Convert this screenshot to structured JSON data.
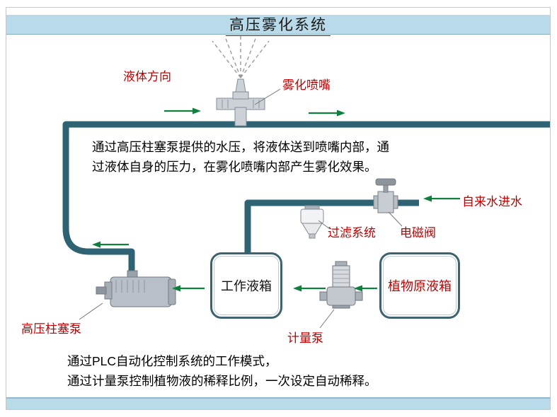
{
  "title": "高压雾化系统",
  "colors": {
    "pipe": "#2e6373",
    "arrow_green": "#0e7f3c",
    "label_red": "#c00000",
    "band_blue": "#b9dbe9"
  },
  "labels": {
    "liquid_direction": "液体方向",
    "atomizing_nozzle": "雾化喷嘴",
    "tap_water_inlet": "自来水进水",
    "filter_system": "过滤系统",
    "solenoid_valve": "电磁阀",
    "metering_pump": "计量泵",
    "plunger_pump": "高压柱塞泵",
    "working_tank": "工作液箱",
    "plant_stock_tank": "植物原液箱"
  },
  "description_top": {
    "line1": "通过高压柱塞泵提供的水压，将液体送到喷嘴内部，通",
    "line2": "过液体自身的压力，在雾化喷嘴内部产生雾化效果。"
  },
  "description_bottom": {
    "line1": "通过PLC自动化控制系统的工作模式，",
    "line2": "通过计量泵控制植物液的稀释比例，一次设定自动稀释。"
  }
}
